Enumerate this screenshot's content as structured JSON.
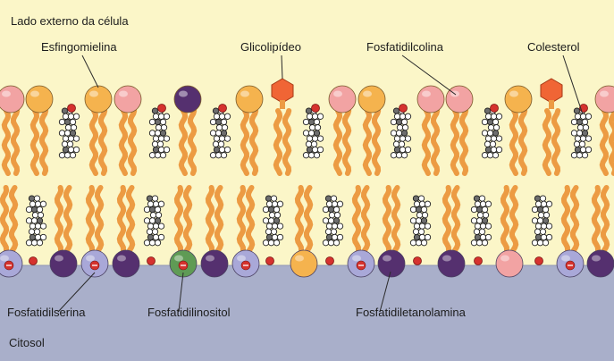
{
  "labels": {
    "outside": "Lado externo da célula",
    "sphingomyelin": "Esfingomielina",
    "glycolipid": "Glicolipídeo",
    "phosphatidylcholine": "Fosfatidilcolina",
    "cholesterol": "Colesterol",
    "phosphatidylserine": "Fosfatidilserina",
    "phosphatidylinositol": "Fosfatidilinositol",
    "phosphatidylethanolamine": "Fosfatidiletanolamina",
    "cytosol": "Citosol"
  },
  "colors": {
    "background": "#fbf6c8",
    "cytosol": "#a9afca",
    "tail": "#ec9b43",
    "head_pink": "#f2a3a3",
    "head_orange": "#f5b34e",
    "head_purple": "#55306f",
    "head_lavender": "#a9a8d8",
    "head_green": "#5f9b55",
    "glycolipid_head": "#f06535",
    "charge": "#d5322e"
  }
}
